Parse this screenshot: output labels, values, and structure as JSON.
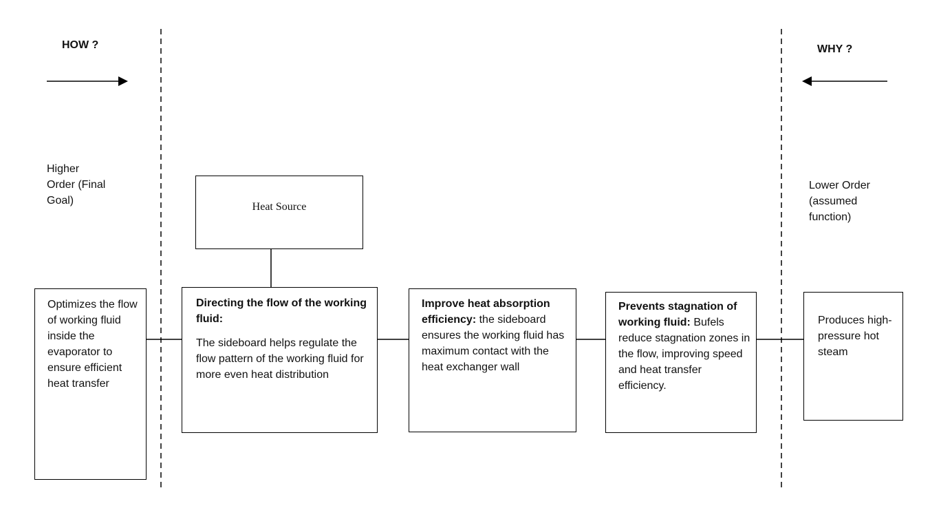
{
  "labels": {
    "how": "HOW ?",
    "why": "WHY  ?",
    "higher_order": [
      "Higher",
      "Order (Final",
      "Goal)"
    ],
    "lower_order": [
      "Lower Order",
      "(assumed",
      "function)"
    ]
  },
  "boxes": {
    "heat_source": "Heat Source",
    "final_goal": "Optimizes the flow of working fluid inside the evaporator to ensure efficient heat transfer",
    "directing_flow": {
      "title": "Directing the flow of the working fluid:",
      "body": "The sideboard helps regulate the flow pattern of the working fluid for more even heat distribution"
    },
    "improve_heat": {
      "title": "Improve heat absorption efficiency:",
      "body": "the sideboard ensures the working fluid has maximum contact with the heat exchanger wall"
    },
    "prevents_stagnation": {
      "title": "Prevents stagnation of working fluid:",
      "body": "Bufels reduce stagnation zones in the flow, improving speed and heat transfer efficiency."
    },
    "assumed_function": "Produces high-pressure hot steam"
  }
}
